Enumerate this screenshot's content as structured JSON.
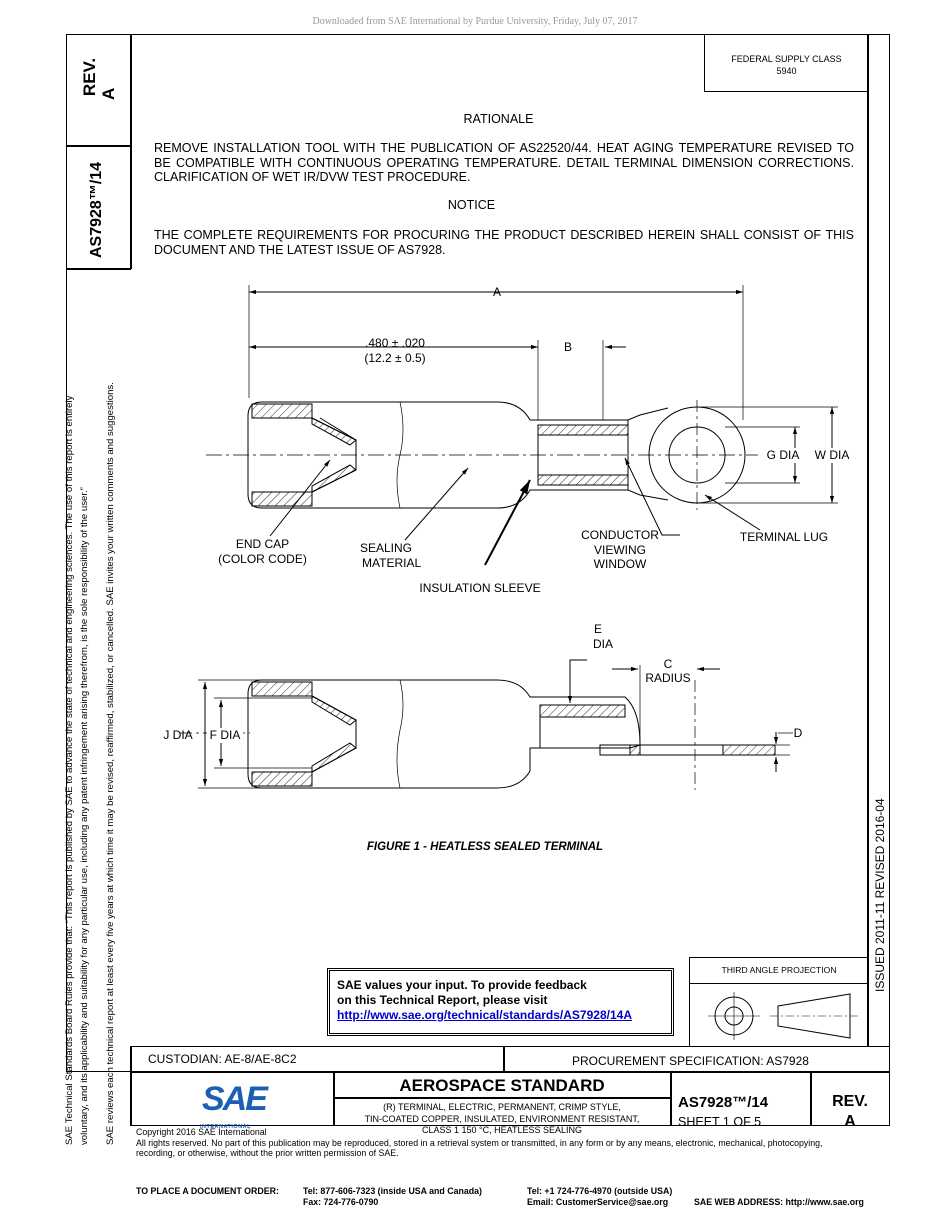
{
  "download_notice": "Downloaded from SAE International by Purdue University, Friday, July 07, 2017",
  "left_margin": {
    "line1": "SAE Technical Standards Board Rules provide that: “This report is published by SAE to advance the state of technical and engineering sciences. The use of this report is entirely",
    "line2": "voluntary, and its applicability and suitability for any particular use, including any patent infringement arising therefrom, is the sole responsibility of the user.”",
    "line3": "SAE reviews each technical report at least every five years at which time it may be revised, reaffirmed, stabilized, or cancelled. SAE invites your written comments and suggestions."
  },
  "side_block": {
    "rev_label": "REV.",
    "rev_value": "A",
    "doc_number": "AS7928™/14"
  },
  "federal_supply": {
    "label": "FEDERAL SUPPLY CLASS",
    "value": "5940"
  },
  "rationale": {
    "heading": "RATIONALE",
    "text": "REMOVE INSTALLATION TOOL WITH THE PUBLICATION OF AS22520/44. HEAT AGING TEMPERATURE REVISED TO BE COMPATIBLE WITH CONTINUOUS OPERATING TEMPERATURE.  DETAIL TERMINAL DIMENSION CORRECTIONS. CLARIFICATION OF WET IR/DVW TEST PROCEDURE."
  },
  "notice": {
    "heading": "NOTICE",
    "text": "THE COMPLETE REQUIREMENTS FOR PROCURING THE PRODUCT DESCRIBED HEREIN SHALL CONSIST OF THIS DOCUMENT AND THE LATEST ISSUE OF AS7928."
  },
  "figure": {
    "dim_a": "A",
    "dim_480": ".480 ± .020",
    "dim_122": "(12.2 ± 0.5)",
    "dim_b": "B",
    "g_dia": "G DIA",
    "w_dia": "W DIA",
    "end_cap": "END CAP",
    "color_code": "(COLOR CODE)",
    "sealing": "SEALING",
    "material": "MATERIAL",
    "insulation_sleeve": "INSULATION SLEEVE",
    "conductor": "CONDUCTOR",
    "viewing": "VIEWING",
    "window": "WINDOW",
    "terminal_lug": "TERMINAL LUG",
    "e_label": "E",
    "e_dia": "DIA",
    "c_label": "C",
    "c_radius": "RADIUS",
    "j_dia": "J DIA",
    "f_dia": "F DIA",
    "d_label": "D",
    "caption": "FIGURE 1 - HEATLESS SEALED TERMINAL"
  },
  "issued": {
    "text": "ISSUED 2011-11     REVISED 2016-04"
  },
  "feedback": {
    "line1": "SAE values your input. To provide feedback",
    "line2": "on this Technical Report, please visit",
    "link": "http://www.sae.org/technical/standards/AS7928/14A"
  },
  "third_angle": {
    "label": "THIRD ANGLE PROJECTION"
  },
  "title_block": {
    "custodian": "CUSTODIAN: AE-8/AE-8C2",
    "procurement": "PROCUREMENT SPECIFICATION: AS7928",
    "logo_text": "SAE",
    "logo_sub": "INTERNATIONAL",
    "standard_title": "AEROSPACE STANDARD",
    "desc1": "(R) TERMINAL, ELECTRIC, PERMANENT, CRIMP STYLE,",
    "desc2": "TIN-COATED COPPER, INSULATED, ENVIRONMENT RESISTANT,",
    "desc3": "CLASS 1 150 °C, HEATLESS SEALING",
    "doc_number": "AS7928™/14",
    "sheet": "SHEET 1 OF 5",
    "rev_label": "REV.",
    "rev_value": "A"
  },
  "footer": {
    "copyright": "Copyright 2016 SAE International",
    "rights1": "All rights reserved. No part of this publication may be reproduced, stored in a retrieval system or transmitted, in any form or by any means, electronic, mechanical, photocopying,",
    "rights2": "recording, or otherwise, without the prior written permission of SAE.",
    "order_label": "TO PLACE A DOCUMENT ORDER:",
    "tel_usa": "Tel: 877-606-7323 (inside USA and Canada)",
    "fax": "Fax: 724-776-0790",
    "tel_outside": "Tel: +1 724-776-4970 (outside USA)",
    "email": "Email: CustomerService@sae.org",
    "web": "SAE WEB ADDRESS: http://www.sae.org"
  }
}
